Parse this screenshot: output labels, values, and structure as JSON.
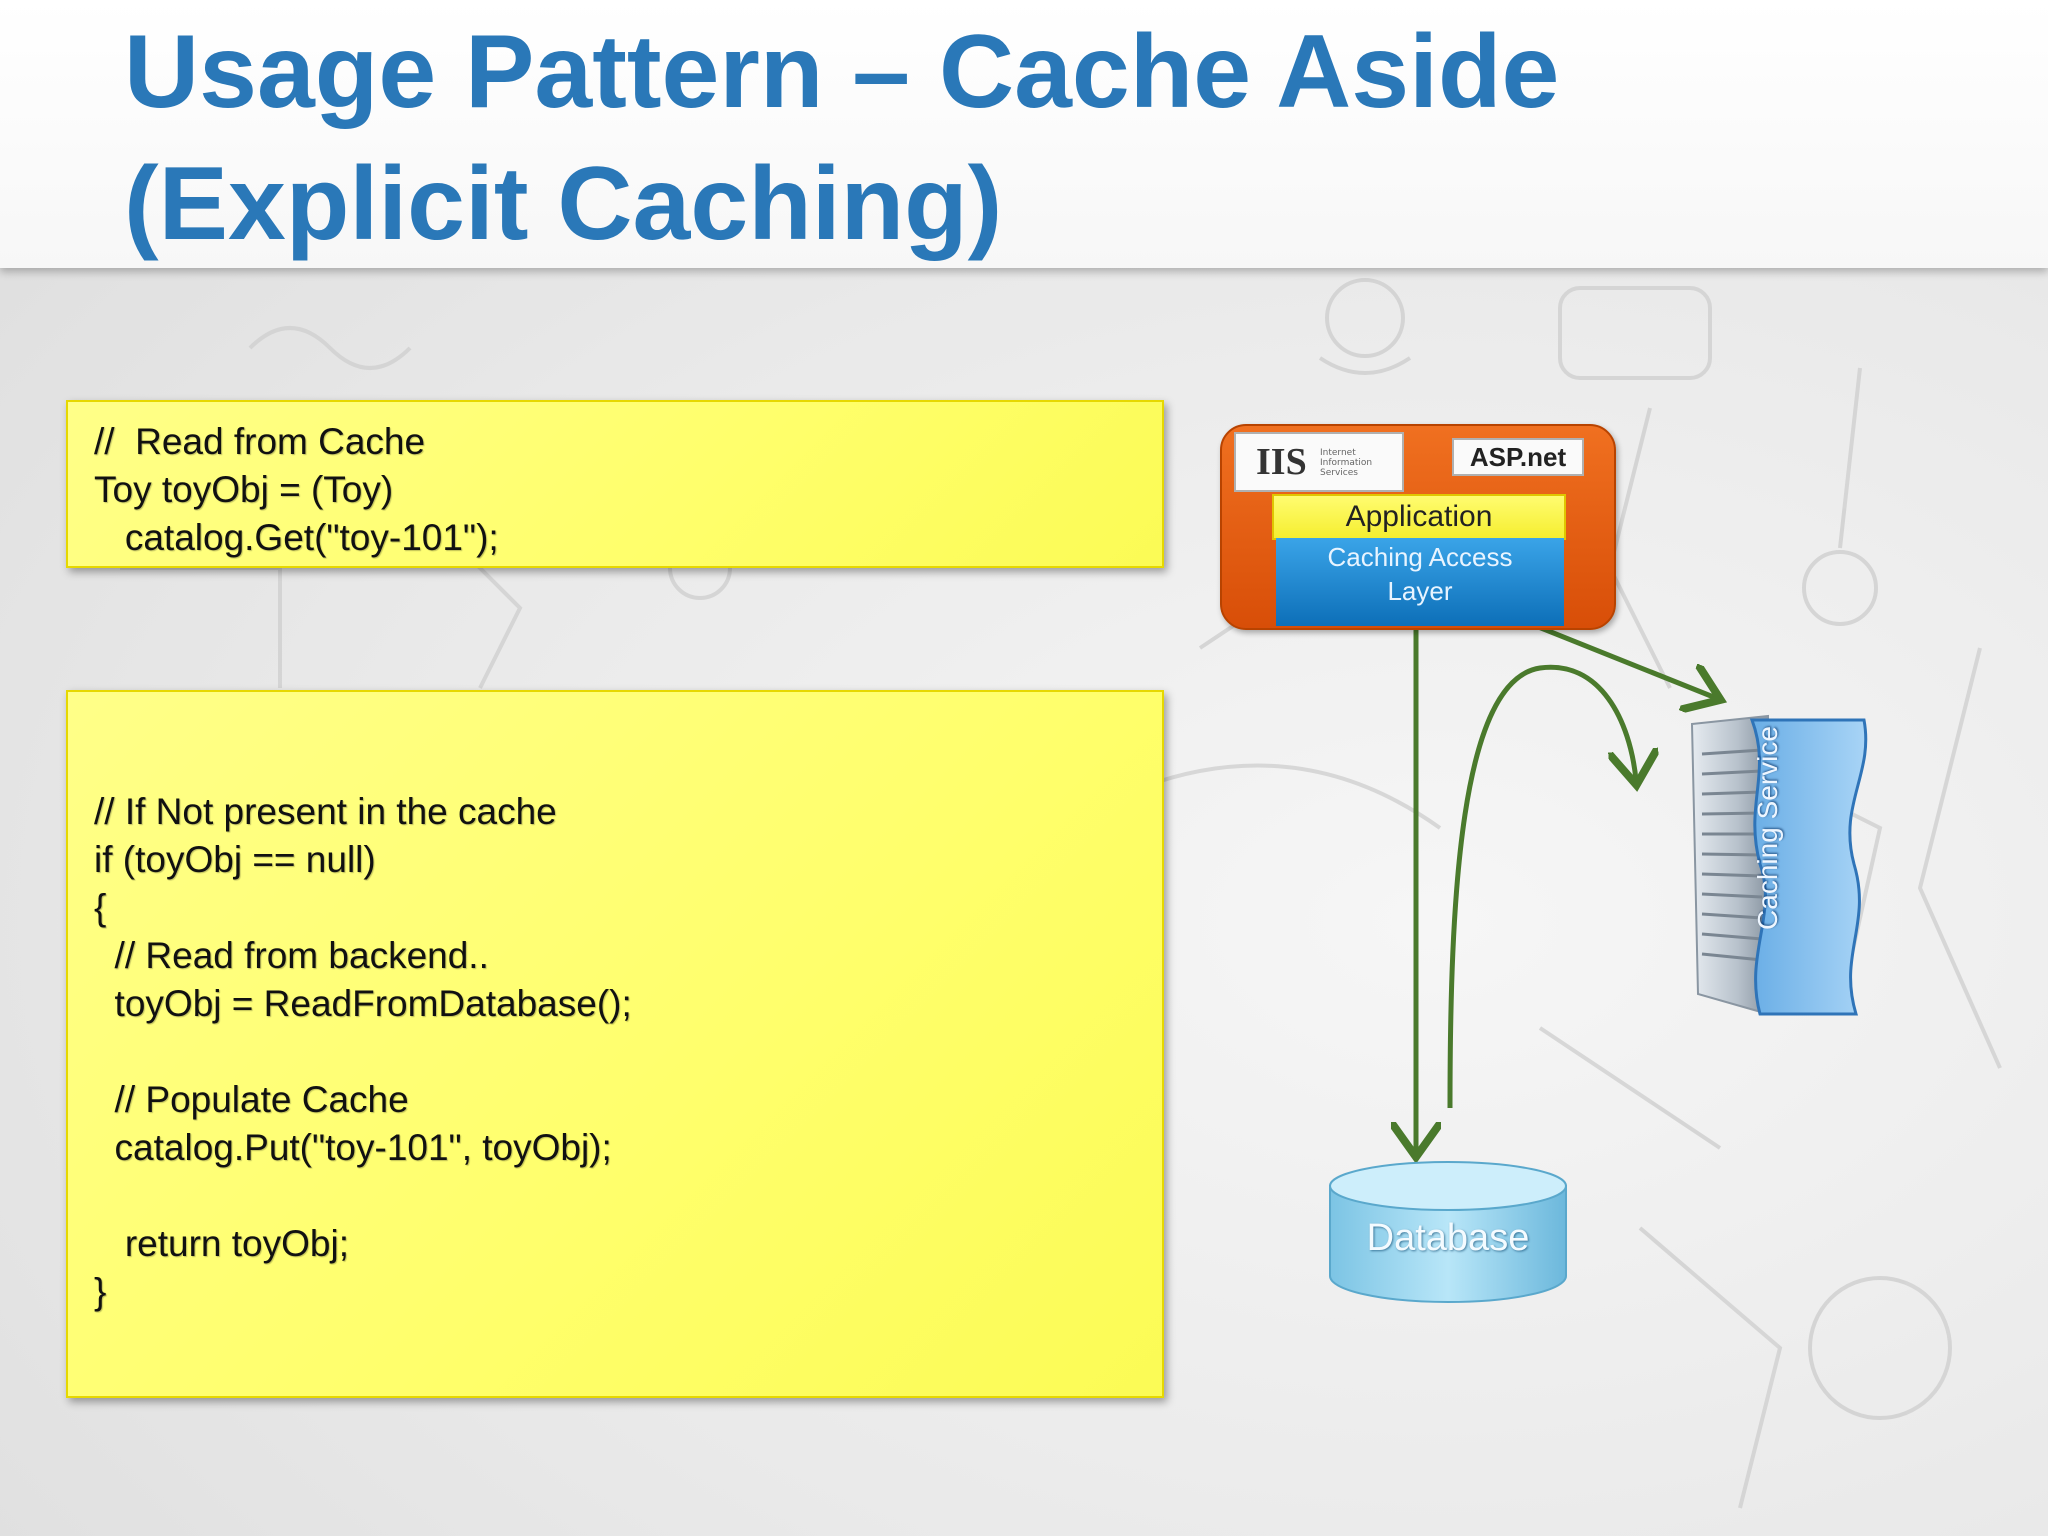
{
  "slide": {
    "title_line1": "Usage Pattern – Cache Aside",
    "title_line2": "(Explicit Caching)"
  },
  "code_block_read": {
    "lines": [
      "//  Read from Cache",
      "Toy toyObj = (Toy)",
      "   catalog.Get(\"toy-101\");"
    ]
  },
  "code_block_fallback": {
    "lines": [
      "// If Not present in the cache",
      "if (toyObj == null)",
      "{",
      "  // Read from backend..",
      "  toyObj = ReadFromDatabase();",
      "",
      "  // Populate Cache",
      "  catalog.Put(\"toy-101\", toyObj);",
      "",
      "   return toyObj;",
      "}"
    ]
  },
  "diagram": {
    "iis_logo_text": "IIS",
    "iis_logo_subtext": "Internet Information Services",
    "asp_logo_text": "ASP.net",
    "application_label": "Application",
    "caching_layer_line1": "Caching Access",
    "caching_layer_line2": "Layer",
    "database_label": "Database",
    "caching_service_label": "Caching Service",
    "arrow_color": "#4a7a2c",
    "app_box_color": "#e4600f",
    "caching_layer_color": "#1a80c8",
    "database_color": "#a9ddf2"
  }
}
